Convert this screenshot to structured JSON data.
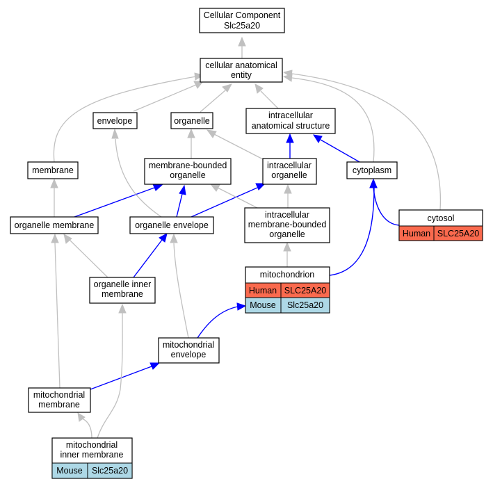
{
  "colors": {
    "human": "#fa6a4e",
    "mouse": "#add8e6",
    "edge_is_a": "#c0c0c0",
    "edge_part_of": "#0000ff"
  },
  "nodes": {
    "root": {
      "line1": "Cellular Component",
      "line2": "Slc25a20"
    },
    "cellular_anatomical_entity": {
      "line1": "cellular anatomical",
      "line2": "entity"
    },
    "envelope": {
      "label": "envelope"
    },
    "organelle": {
      "label": "organelle"
    },
    "intracellular_anatomical_structure": {
      "line1": "intracellular",
      "line2": "anatomical structure"
    },
    "membrane": {
      "label": "membrane"
    },
    "membrane_bounded_organelle": {
      "line1": "membrane-bounded",
      "line2": "organelle"
    },
    "intracellular_organelle": {
      "line1": "intracellular",
      "line2": "organelle"
    },
    "cytoplasm": {
      "label": "cytoplasm"
    },
    "organelle_membrane": {
      "label": "organelle membrane"
    },
    "organelle_envelope": {
      "label": "organelle envelope"
    },
    "intracellular_mbo": {
      "line1": "intracellular",
      "line2": "membrane-bounded",
      "line3": "organelle"
    },
    "cytosol": {
      "label": "cytosol",
      "species": "Human",
      "gene": "SLC25A20"
    },
    "mitochondrion": {
      "label": "mitochondrion",
      "human_species": "Human",
      "human_gene": "SLC25A20",
      "mouse_species": "Mouse",
      "mouse_gene": "Slc25a20"
    },
    "organelle_inner_membrane": {
      "line1": "organelle inner",
      "line2": "membrane"
    },
    "mitochondrial_envelope": {
      "line1": "mitochondrial",
      "line2": "envelope"
    },
    "mitochondrial_membrane": {
      "line1": "mitochondrial",
      "line2": "membrane"
    },
    "mitochondrial_inner_membrane": {
      "line1": "mitochondrial",
      "line2": "inner membrane",
      "species": "Mouse",
      "gene": "Slc25a20"
    }
  }
}
